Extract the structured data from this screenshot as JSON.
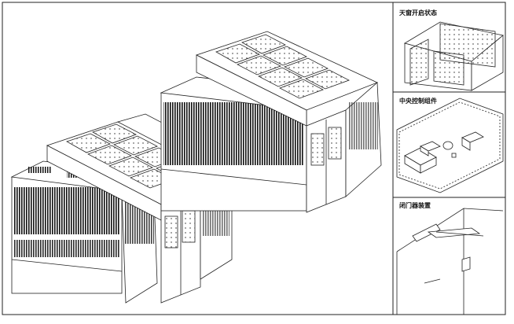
{
  "panels": [
    {
      "label": "天窗开启状态"
    },
    {
      "label": "中央控制组件"
    },
    {
      "label": "闭门器装置"
    }
  ]
}
